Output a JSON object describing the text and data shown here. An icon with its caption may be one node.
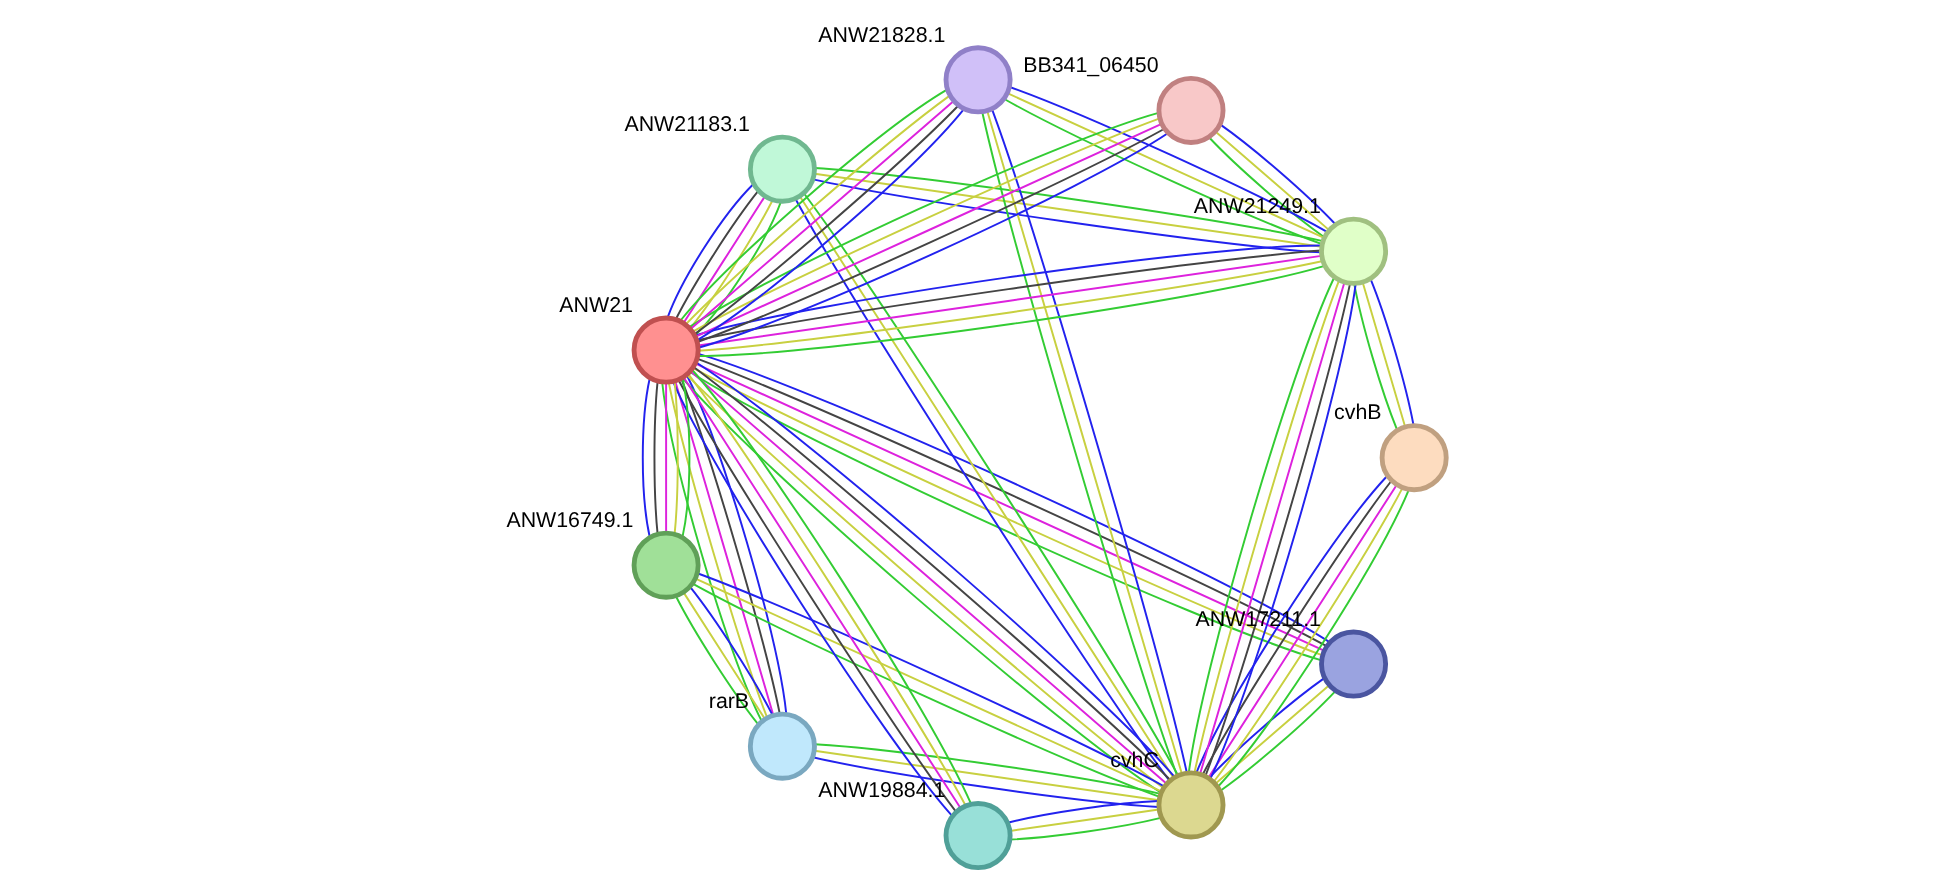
{
  "diagram": {
    "nodes": [
      {
        "text": [
          "ANW17211.1"
        ]
      },
      {
        "text": [
          "cvhB"
        ]
      },
      {
        "text": [
          "rarB"
        ]
      },
      {
        "text": [
          "ANW21183.1"
        ]
      },
      {
        "text": [
          "cvhC"
        ]
      },
      {
        "text": [
          "ANW21249.1"
        ]
      },
      {
        "text": [
          "ANW21"
        ]
      },
      {
        "text": [
          "ANW19884.1"
        ]
      },
      {
        "text": [
          "ANW16749.1"
        ]
      },
      {
        "text": [
          "BB341_06450"
        ]
      },
      {
        "text": [
          "ANW21828.1"
        ]
      }
    ],
    "edges": [
      {
        "from": 0,
        "to": 6,
        "arrow": "none",
        "color": "#33cc33"
      },
      {
        "from": 0,
        "to": 6,
        "arrow": "none",
        "color": "#2222ee"
      },
      {
        "from": 0,
        "to": 6,
        "arrow": "none",
        "color": "#444444"
      },
      {
        "from": 0,
        "to": 6,
        "arrow": "none",
        "color": "#dd22dd"
      },
      {
        "from": 0,
        "to": 6,
        "arrow": "none",
        "color": "#c8d040"
      },
      {
        "from": 0,
        "to": 4,
        "arrow": "none",
        "color": "#33cc33"
      },
      {
        "from": 0,
        "to": 4,
        "arrow": "none",
        "color": "#2222ee"
      },
      {
        "from": 0,
        "to": 4,
        "arrow": "none",
        "color": "#c8d040"
      },
      {
        "from": 1,
        "to": 4,
        "arrow": "none",
        "color": "#33cc33"
      },
      {
        "from": 1,
        "to": 4,
        "arrow": "none",
        "color": "#2222ee"
      },
      {
        "from": 1,
        "to": 4,
        "arrow": "none",
        "color": "#444444"
      },
      {
        "from": 1,
        "to": 4,
        "arrow": "none",
        "color": "#dd22dd"
      },
      {
        "from": 1,
        "to": 4,
        "arrow": "none",
        "color": "#c8d040"
      },
      {
        "from": 1,
        "to": 5,
        "arrow": "none",
        "color": "#33cc33"
      },
      {
        "from": 1,
        "to": 5,
        "arrow": "none",
        "color": "#2222ee"
      },
      {
        "from": 1,
        "to": 5,
        "arrow": "none",
        "color": "#c8d040"
      },
      {
        "from": 2,
        "to": 4,
        "arrow": "none",
        "color": "#33cc33"
      },
      {
        "from": 2,
        "to": 4,
        "arrow": "none",
        "color": "#2222ee"
      },
      {
        "from": 2,
        "to": 4,
        "arrow": "none",
        "color": "#c8d040"
      },
      {
        "from": 2,
        "to": 6,
        "arrow": "none",
        "color": "#33cc33"
      },
      {
        "from": 2,
        "to": 6,
        "arrow": "none",
        "color": "#2222ee"
      },
      {
        "from": 2,
        "to": 6,
        "arrow": "none",
        "color": "#444444"
      },
      {
        "from": 2,
        "to": 6,
        "arrow": "none",
        "color": "#dd22dd"
      },
      {
        "from": 2,
        "to": 6,
        "arrow": "none",
        "color": "#c8d040"
      },
      {
        "from": 2,
        "to": 8,
        "arrow": "none",
        "color": "#33cc33"
      },
      {
        "from": 2,
        "to": 8,
        "arrow": "none",
        "color": "#2222ee"
      },
      {
        "from": 2,
        "to": 8,
        "arrow": "none",
        "color": "#c8d040"
      },
      {
        "from": 3,
        "to": 4,
        "arrow": "none",
        "color": "#33cc33"
      },
      {
        "from": 3,
        "to": 4,
        "arrow": "none",
        "color": "#2222ee"
      },
      {
        "from": 3,
        "to": 4,
        "arrow": "none",
        "color": "#c8d040"
      },
      {
        "from": 3,
        "to": 6,
        "arrow": "none",
        "color": "#33cc33"
      },
      {
        "from": 3,
        "to": 6,
        "arrow": "none",
        "color": "#2222ee"
      },
      {
        "from": 3,
        "to": 6,
        "arrow": "none",
        "color": "#444444"
      },
      {
        "from": 3,
        "to": 6,
        "arrow": "none",
        "color": "#dd22dd"
      },
      {
        "from": 3,
        "to": 6,
        "arrow": "none",
        "color": "#c8d040"
      },
      {
        "from": 3,
        "to": 5,
        "arrow": "none",
        "color": "#33cc33"
      },
      {
        "from": 3,
        "to": 5,
        "arrow": "none",
        "color": "#2222ee"
      },
      {
        "from": 3,
        "to": 5,
        "arrow": "none",
        "color": "#c8d040"
      },
      {
        "from": 4,
        "to": 5,
        "arrow": "none",
        "color": "#33cc33"
      },
      {
        "from": 4,
        "to": 5,
        "arrow": "none",
        "color": "#2222ee"
      },
      {
        "from": 4,
        "to": 5,
        "arrow": "none",
        "color": "#444444"
      },
      {
        "from": 4,
        "to": 5,
        "arrow": "none",
        "color": "#dd22dd"
      },
      {
        "from": 4,
        "to": 5,
        "arrow": "none",
        "color": "#c8d040"
      },
      {
        "from": 4,
        "to": 6,
        "arrow": "none",
        "color": "#33cc33"
      },
      {
        "from": 4,
        "to": 6,
        "arrow": "none",
        "color": "#2222ee"
      },
      {
        "from": 4,
        "to": 6,
        "arrow": "none",
        "color": "#444444"
      },
      {
        "from": 4,
        "to": 6,
        "arrow": "none",
        "color": "#dd22dd"
      },
      {
        "from": 4,
        "to": 6,
        "arrow": "none",
        "color": "#c8d040"
      },
      {
        "from": 4,
        "to": 7,
        "arrow": "none",
        "color": "#33cc33"
      },
      {
        "from": 4,
        "to": 7,
        "arrow": "none",
        "color": "#2222ee"
      },
      {
        "from": 4,
        "to": 7,
        "arrow": "none",
        "color": "#c8d040"
      },
      {
        "from": 4,
        "to": 8,
        "arrow": "none",
        "color": "#33cc33"
      },
      {
        "from": 4,
        "to": 8,
        "arrow": "none",
        "color": "#2222ee"
      },
      {
        "from": 4,
        "to": 8,
        "arrow": "none",
        "color": "#c8d040"
      },
      {
        "from": 4,
        "to": 10,
        "arrow": "none",
        "color": "#33cc33"
      },
      {
        "from": 4,
        "to": 10,
        "arrow": "none",
        "color": "#2222ee"
      },
      {
        "from": 4,
        "to": 10,
        "arrow": "none",
        "color": "#c8d040"
      },
      {
        "from": 5,
        "to": 6,
        "arrow": "none",
        "color": "#33cc33"
      },
      {
        "from": 5,
        "to": 6,
        "arrow": "none",
        "color": "#2222ee"
      },
      {
        "from": 5,
        "to": 6,
        "arrow": "none",
        "color": "#444444"
      },
      {
        "from": 5,
        "to": 6,
        "arrow": "none",
        "color": "#dd22dd"
      },
      {
        "from": 5,
        "to": 6,
        "arrow": "none",
        "color": "#c8d040"
      },
      {
        "from": 5,
        "to": 9,
        "arrow": "none",
        "color": "#33cc33"
      },
      {
        "from": 5,
        "to": 9,
        "arrow": "none",
        "color": "#2222ee"
      },
      {
        "from": 5,
        "to": 9,
        "arrow": "none",
        "color": "#c8d040"
      },
      {
        "from": 5,
        "to": 10,
        "arrow": "none",
        "color": "#33cc33"
      },
      {
        "from": 5,
        "to": 10,
        "arrow": "none",
        "color": "#2222ee"
      },
      {
        "from": 5,
        "to": 10,
        "arrow": "none",
        "color": "#c8d040"
      },
      {
        "from": 6,
        "to": 7,
        "arrow": "none",
        "color": "#33cc33"
      },
      {
        "from": 6,
        "to": 7,
        "arrow": "none",
        "color": "#2222ee"
      },
      {
        "from": 6,
        "to": 7,
        "arrow": "none",
        "color": "#444444"
      },
      {
        "from": 6,
        "to": 7,
        "arrow": "none",
        "color": "#dd22dd"
      },
      {
        "from": 6,
        "to": 7,
        "arrow": "none",
        "color": "#c8d040"
      },
      {
        "from": 6,
        "to": 8,
        "arrow": "none",
        "color": "#33cc33"
      },
      {
        "from": 6,
        "to": 8,
        "arrow": "none",
        "color": "#2222ee"
      },
      {
        "from": 6,
        "to": 8,
        "arrow": "none",
        "color": "#444444"
      },
      {
        "from": 6,
        "to": 8,
        "arrow": "none",
        "color": "#dd22dd"
      },
      {
        "from": 6,
        "to": 8,
        "arrow": "none",
        "color": "#c8d040"
      },
      {
        "from": 6,
        "to": 9,
        "arrow": "none",
        "color": "#33cc33"
      },
      {
        "from": 6,
        "to": 9,
        "arrow": "none",
        "color": "#2222ee"
      },
      {
        "from": 6,
        "to": 9,
        "arrow": "none",
        "color": "#444444"
      },
      {
        "from": 6,
        "to": 9,
        "arrow": "none",
        "color": "#dd22dd"
      },
      {
        "from": 6,
        "to": 9,
        "arrow": "none",
        "color": "#c8d040"
      },
      {
        "from": 6,
        "to": 10,
        "arrow": "none",
        "color": "#33cc33"
      },
      {
        "from": 6,
        "to": 10,
        "arrow": "none",
        "color": "#2222ee"
      },
      {
        "from": 6,
        "to": 10,
        "arrow": "none",
        "color": "#444444"
      },
      {
        "from": 6,
        "to": 10,
        "arrow": "none",
        "color": "#dd22dd"
      },
      {
        "from": 6,
        "to": 10,
        "arrow": "none",
        "color": "#c8d040"
      }
    ]
  }
}
